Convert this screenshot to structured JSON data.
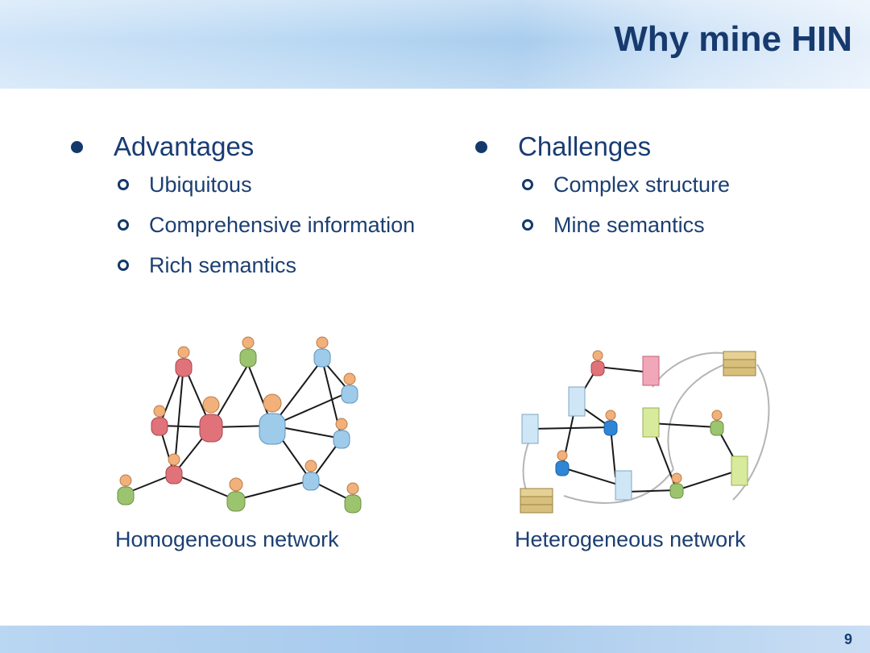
{
  "slide": {
    "title": "Why mine HIN",
    "page_number": "9"
  },
  "advantages": {
    "heading": "Advantages",
    "items": [
      "Ubiquitous",
      "Comprehensive information",
      "Rich semantics"
    ]
  },
  "challenges": {
    "heading": "Challenges",
    "items": [
      "Complex structure",
      "Mine semantics"
    ]
  },
  "figures": {
    "homogeneous_caption": "Homogeneous network",
    "heterogeneous_caption": "Heterogeneous network"
  },
  "colors": {
    "title": "#173a6e",
    "bullet": "#13396b",
    "person_red": "#e0737a",
    "person_green": "#9cc46e",
    "person_lightblue": "#9fcbea",
    "person_blue": "#2f86d6",
    "head": "#f2b07a",
    "doc_pink": "#f2a7b8",
    "doc_lime": "#d8ea9c",
    "doc_blue": "#cfe6f6",
    "venue": "#d8c07c"
  }
}
